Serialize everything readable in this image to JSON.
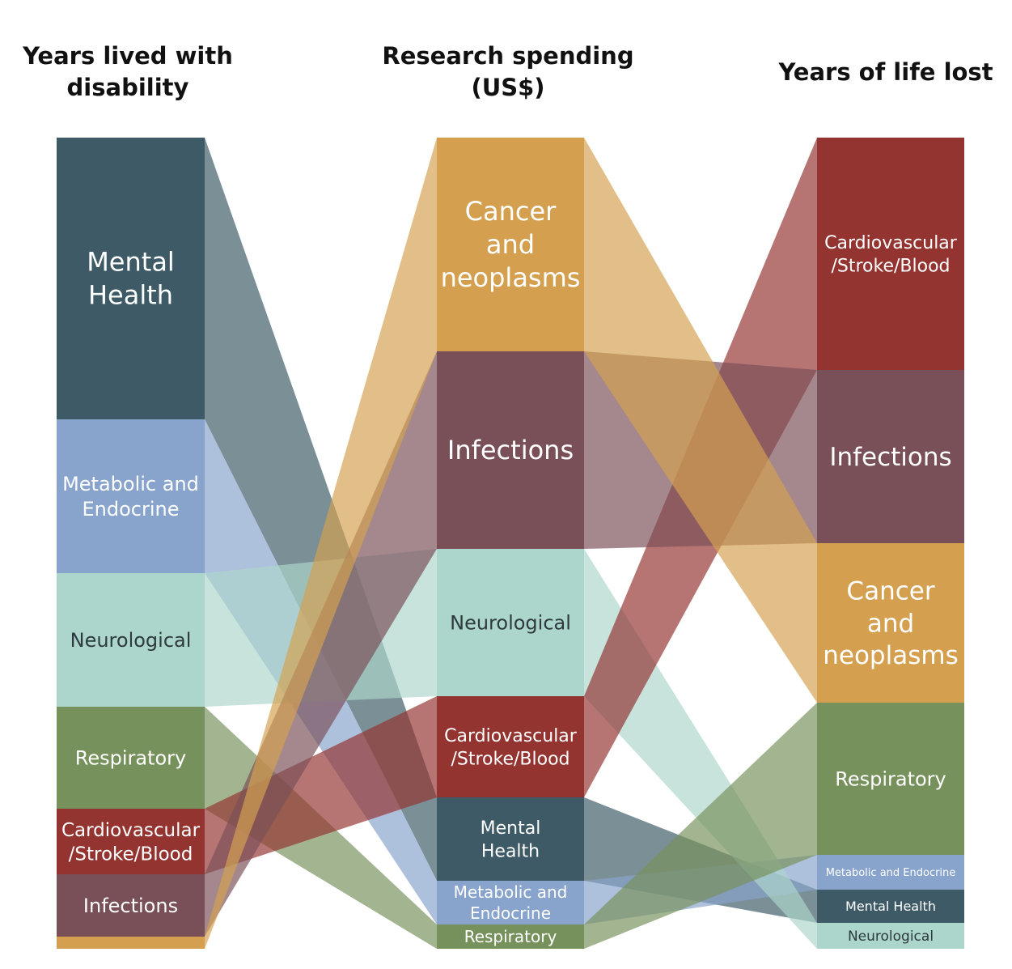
{
  "columns": [
    {
      "id": "yld",
      "title_lines": [
        "Years lived with",
        "disability"
      ]
    },
    {
      "id": "spend",
      "title_lines": [
        "Research spending",
        "(US$)"
      ]
    },
    {
      "id": "yll",
      "title_lines": [
        "Years of life lost"
      ]
    }
  ],
  "categories": {
    "mental": {
      "color": "#3d5a66"
    },
    "metab": {
      "color": "#88a4cc"
    },
    "neuro": {
      "color": "#acd5cb"
    },
    "resp": {
      "color": "#77915c"
    },
    "cardio": {
      "color": "#933431"
    },
    "infect": {
      "color": "#7a5058"
    },
    "cancer": {
      "color": "#d4a050"
    }
  },
  "nodes": {
    "yld": [
      {
        "cat": "mental",
        "label_lines": [
          "Mental",
          "Health"
        ]
      },
      {
        "cat": "metab",
        "label_lines": [
          "Metabolic and",
          "Endocrine"
        ]
      },
      {
        "cat": "neuro",
        "label_lines": [
          "Neurological"
        ]
      },
      {
        "cat": "resp",
        "label_lines": [
          "Respiratory"
        ]
      },
      {
        "cat": "cardio",
        "label_lines": [
          "Cardiovascular",
          "/Stroke/Blood"
        ]
      },
      {
        "cat": "infect",
        "label_lines": [
          "Infections"
        ]
      },
      {
        "cat": "cancer",
        "label_lines": []
      }
    ],
    "spend": [
      {
        "cat": "cancer",
        "label_lines": [
          "Cancer",
          "and",
          "neoplasms"
        ]
      },
      {
        "cat": "infect",
        "label_lines": [
          "Infections"
        ]
      },
      {
        "cat": "neuro",
        "label_lines": [
          "Neurological"
        ]
      },
      {
        "cat": "cardio",
        "label_lines": [
          "Cardiovascular",
          "/Stroke/Blood"
        ]
      },
      {
        "cat": "mental",
        "label_lines": [
          "Mental",
          "Health"
        ]
      },
      {
        "cat": "metab",
        "label_lines": [
          "Metabolic and",
          "Endocrine"
        ]
      },
      {
        "cat": "resp",
        "label_lines": [
          "Respiratory"
        ]
      }
    ],
    "yll": [
      {
        "cat": "cardio",
        "label_lines": [
          "Cardiovascular",
          "/Stroke/Blood"
        ]
      },
      {
        "cat": "infect",
        "label_lines": [
          "Infections"
        ]
      },
      {
        "cat": "cancer",
        "label_lines": [
          "Cancer",
          "and",
          "neoplasms"
        ]
      },
      {
        "cat": "resp",
        "label_lines": [
          "Respiratory"
        ]
      },
      {
        "cat": "metab",
        "label_lines": [
          "Metabolic and Endocrine"
        ]
      },
      {
        "cat": "mental",
        "label_lines": [
          "Mental Health"
        ]
      },
      {
        "cat": "neuro",
        "label_lines": [
          "Neurological"
        ]
      }
    ]
  }
}
